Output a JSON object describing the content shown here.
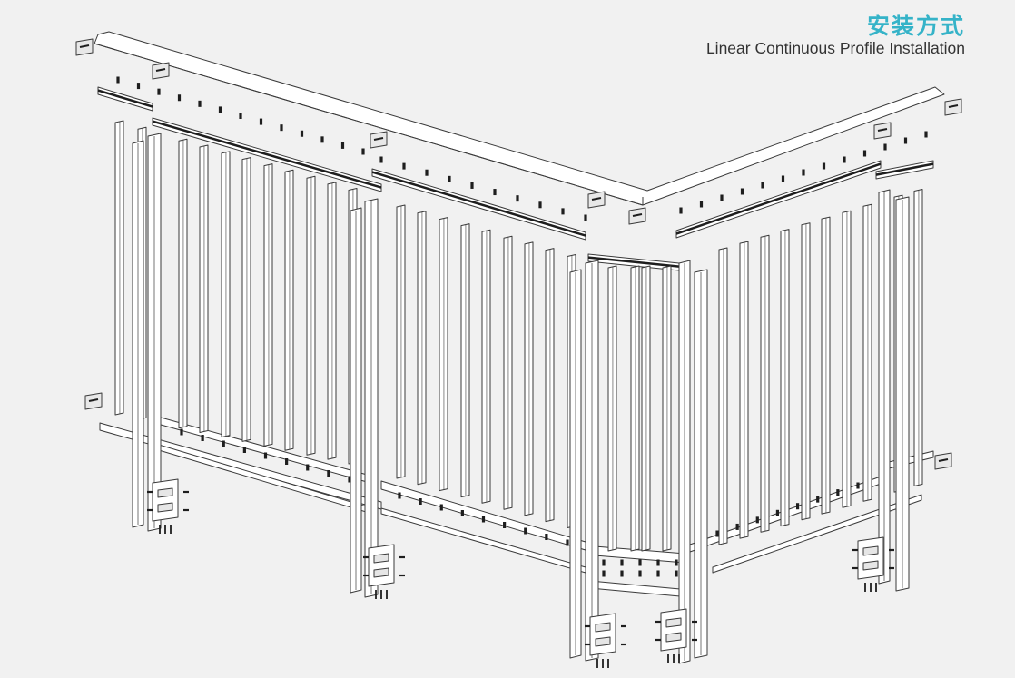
{
  "header": {
    "title_cn": "安装方式",
    "title_en": "Linear Continuous Profile Installation"
  },
  "colors": {
    "accent": "#35b3c8",
    "background": "#f1f1f1",
    "line": "#3a3a3a",
    "fill": "#ffffff",
    "dark": "#1e1e1e"
  },
  "diagram": {
    "subject": "exploded isometric view of an L-shaped fence / railing assembled from linear continuous profiles",
    "segments": [
      "left-wall",
      "right-wall"
    ]
  }
}
